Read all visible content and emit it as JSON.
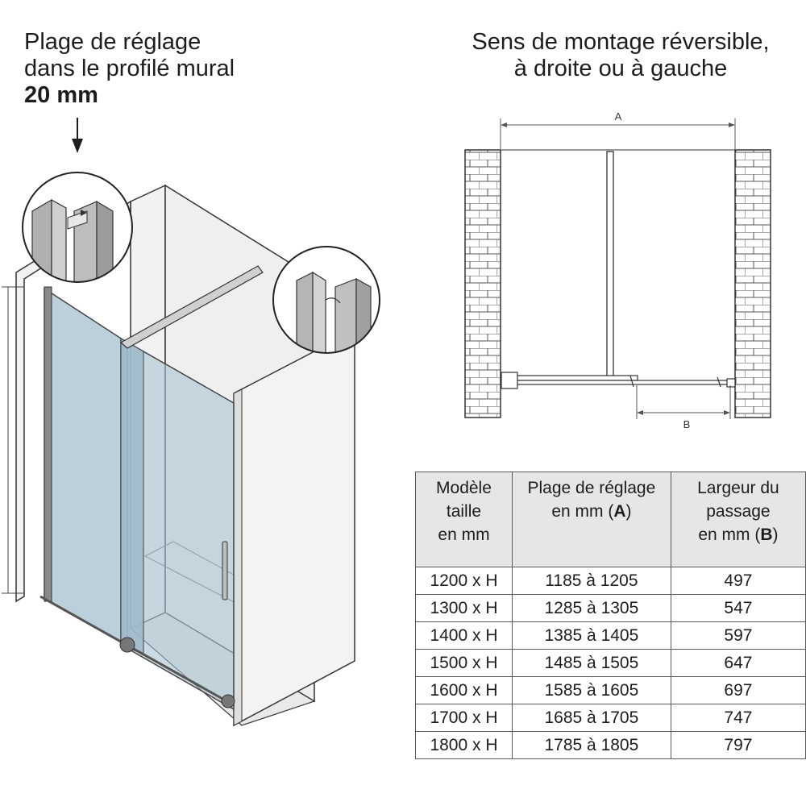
{
  "left_caption": {
    "line1": "Plage de réglage",
    "line2": "dans le profilé mural",
    "line3": "20 mm"
  },
  "right_caption": {
    "line1": "Sens de montage réversible,",
    "line2": "à droite ou à gauche"
  },
  "plan": {
    "dim_a": "A",
    "dim_b": "B"
  },
  "table": {
    "headers": [
      [
        "Modèle",
        "taille",
        "en mm"
      ],
      [
        "Plage de réglage",
        "en mm (",
        "A",
        ")"
      ],
      [
        "Largeur du",
        "passage",
        "en mm (",
        "B",
        ")"
      ]
    ],
    "rows": [
      [
        "1200 x H",
        "1185 à 1205",
        "497"
      ],
      [
        "1300 x H",
        "1285 à 1305",
        "547"
      ],
      [
        "1400 x H",
        "1385 à 1405",
        "597"
      ],
      [
        "1500 x H",
        "1485 à 1505",
        "647"
      ],
      [
        "1600 x H",
        "1585 à 1605",
        "697"
      ],
      [
        "1700 x H",
        "1685 à 1705",
        "747"
      ],
      [
        "1800 x H",
        "1785 à 1805",
        "797"
      ]
    ]
  },
  "colors": {
    "glass": "#a9c3d2",
    "wall": "#f2f2f2",
    "line": "#333333",
    "header_bg": "#e6e6e6"
  }
}
